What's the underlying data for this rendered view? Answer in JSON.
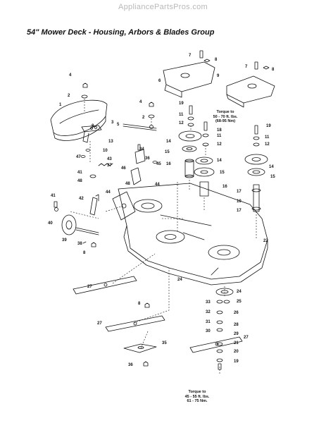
{
  "site": {
    "watermark": "AppliancePartsPros.com"
  },
  "page": {
    "title": "54\" Mower Deck - Housing, Arbors & Blades Group"
  },
  "torque": {
    "upper_lines": [
      "Torque to",
      "50 - 70 ft. lbs.",
      "(68-95 Nm)"
    ],
    "lower_lines": [
      "Torque to",
      "45 - 55 ft. lbs.",
      "61 - 75 Nm."
    ]
  },
  "part_numbers": {
    "p1": "1",
    "p2": "2",
    "p3": "3",
    "p4": "4",
    "p5": "5",
    "p6": "6",
    "p7": "7",
    "p8": "8",
    "p9": "9",
    "p10": "10",
    "p11": "11",
    "p12": "12",
    "p13": "13",
    "p14": "14",
    "p15": "15",
    "p16": "16",
    "p17": "17",
    "p18": "18",
    "p19": "19",
    "p20": "20",
    "p21": "21",
    "p22": "22",
    "p24": "24",
    "p25": "25",
    "p26": "26",
    "p27": "27",
    "p28": "28",
    "p29": "29",
    "p30": "30",
    "p31": "31",
    "p32": "32",
    "p33": "33",
    "p34": "34",
    "p35": "35",
    "p36": "36",
    "p37": "37",
    "p38": "38",
    "p39": "39",
    "p40": "40",
    "p41": "41",
    "p42": "42",
    "p43": "43",
    "p44": "44",
    "p45": "45",
    "p46": "46",
    "p47": "47",
    "p48": "48"
  }
}
